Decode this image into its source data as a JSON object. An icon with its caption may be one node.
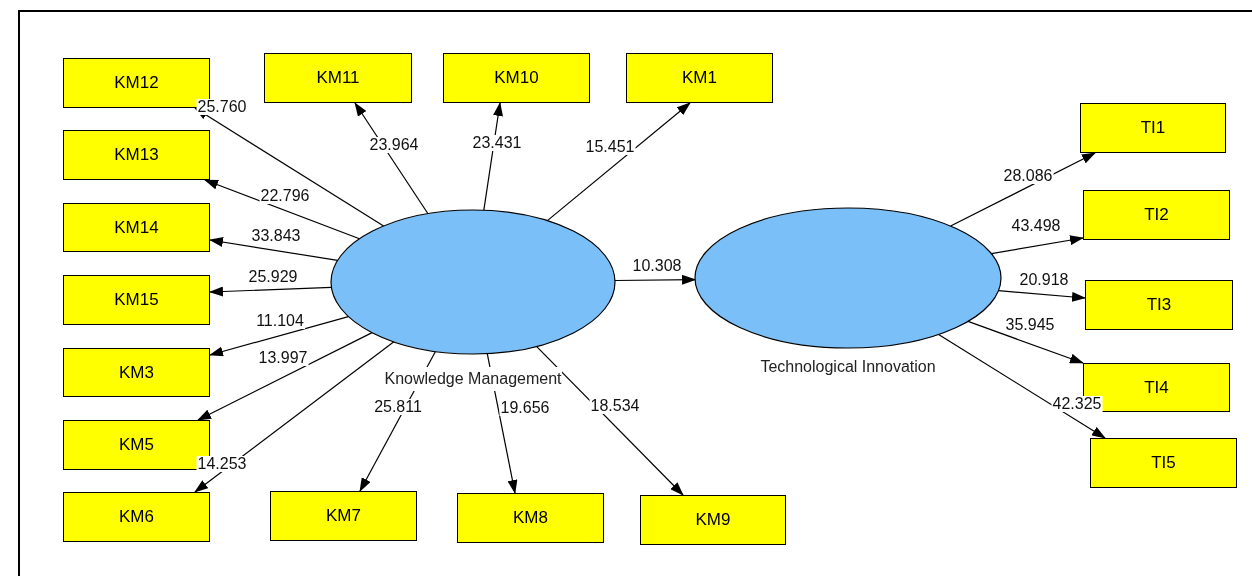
{
  "diagram": {
    "nodes": [
      {
        "text": [
          "Knowledge Management"
        ]
      },
      {
        "text": [
          "Technological Innovation"
        ]
      },
      {
        "text": [
          "KM12"
        ]
      },
      {
        "text": [
          "KM11"
        ]
      },
      {
        "text": [
          "KM10"
        ]
      },
      {
        "text": [
          "KM1"
        ]
      },
      {
        "text": [
          "KM13"
        ]
      },
      {
        "text": [
          "KM14"
        ]
      },
      {
        "text": [
          "KM15"
        ]
      },
      {
        "text": [
          "KM3"
        ]
      },
      {
        "text": [
          "KM5"
        ]
      },
      {
        "text": [
          "KM6"
        ]
      },
      {
        "text": [
          "KM7"
        ]
      },
      {
        "text": [
          "KM8"
        ]
      },
      {
        "text": [
          "KM9"
        ]
      },
      {
        "text": [
          "TI1"
        ]
      },
      {
        "text": [
          "TI2"
        ]
      },
      {
        "text": [
          "TI3"
        ]
      },
      {
        "text": [
          "TI4"
        ]
      },
      {
        "text": [
          "TI5"
        ]
      }
    ],
    "edges": [
      {
        "from": 0,
        "to": 2,
        "arrow": "to",
        "label": "25.760"
      },
      {
        "from": 0,
        "to": 3,
        "arrow": "to",
        "label": "23.964"
      },
      {
        "from": 0,
        "to": 4,
        "arrow": "to",
        "label": "23.431"
      },
      {
        "from": 0,
        "to": 5,
        "arrow": "to",
        "label": "15.451"
      },
      {
        "from": 0,
        "to": 6,
        "arrow": "to",
        "label": "22.796"
      },
      {
        "from": 0,
        "to": 7,
        "arrow": "to",
        "label": "33.843"
      },
      {
        "from": 0,
        "to": 8,
        "arrow": "to",
        "label": "25.929"
      },
      {
        "from": 0,
        "to": 9,
        "arrow": "to",
        "label": "11.104"
      },
      {
        "from": 0,
        "to": 10,
        "arrow": "to",
        "label": "13.997"
      },
      {
        "from": 0,
        "to": 11,
        "arrow": "to",
        "label": "14.253"
      },
      {
        "from": 0,
        "to": 12,
        "arrow": "to",
        "label": "25.811"
      },
      {
        "from": 0,
        "to": 13,
        "arrow": "to",
        "label": "19.656"
      },
      {
        "from": 0,
        "to": 14,
        "arrow": "to",
        "label": "18.534"
      },
      {
        "from": 0,
        "to": 1,
        "arrow": "to",
        "label": "10.308"
      },
      {
        "from": 1,
        "to": 15,
        "arrow": "to",
        "label": "28.086"
      },
      {
        "from": 1,
        "to": 16,
        "arrow": "to",
        "label": "43.498"
      },
      {
        "from": 1,
        "to": 17,
        "arrow": "to",
        "label": "20.918"
      },
      {
        "from": 1,
        "to": 18,
        "arrow": "to",
        "label": "35.945"
      },
      {
        "from": 1,
        "to": 19,
        "arrow": "to",
        "label": "42.325"
      }
    ]
  }
}
